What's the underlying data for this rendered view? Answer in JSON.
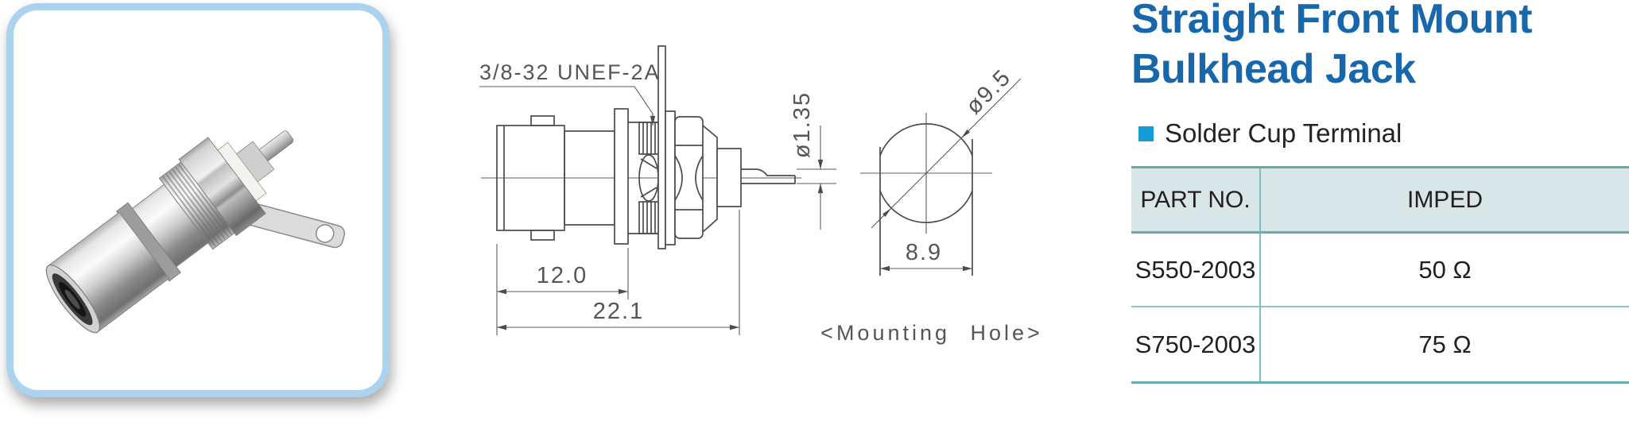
{
  "photo_panel": {
    "description": "BNC straight front mount bulkhead jack product photo",
    "frame_border_color": "#abd3ee"
  },
  "drawing": {
    "thread_label": "3/8-32 UNEF-2A",
    "pin_diameter": "ø1.35",
    "front_length": "12.0",
    "overall_length": "22.1",
    "hole_diameter": "ø9.5",
    "hole_flat_width": "8.9",
    "hole_caption": "<Mounting Hole>"
  },
  "header": {
    "title_line1": "Straight Front Mount",
    "title_line2": "Bulkhead Jack",
    "title_color": "#1767ad",
    "feature_label": "Solder Cup Terminal",
    "bullet_color": "#189cd8"
  },
  "table": {
    "headers": [
      "PART NO.",
      "IMPED"
    ],
    "rows": [
      {
        "part_no": "S550-2003",
        "impedance": "50 Ω"
      },
      {
        "part_no": "S750-2003",
        "impedance": "75 Ω"
      }
    ],
    "header_bg": "#d9e6e8",
    "border_color": "#5fadad"
  }
}
